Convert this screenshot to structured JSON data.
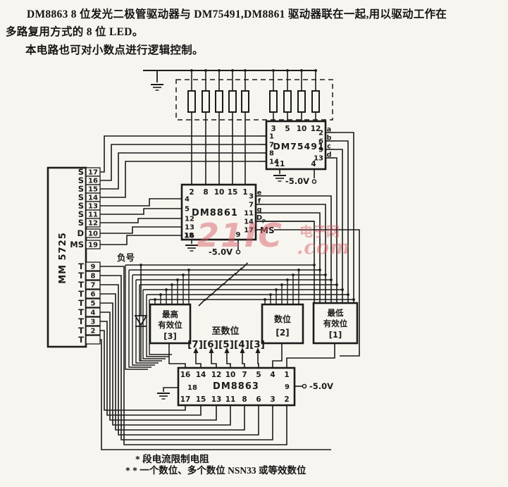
{
  "header": {
    "line1": "DM8863 8 位发光二极管驱动器与 DM75491,DM8861 驱动器联在一起,用以驱动工作在",
    "line2": "多路复用方式的 8 位 LED。",
    "line3": "本电路也可对小数点进行逻辑控制。"
  },
  "chips": {
    "mm5725": {
      "name": "MM 5725",
      "seg_pins": [
        [
          "S",
          "17"
        ],
        [
          "S",
          "16"
        ],
        [
          "S",
          "15"
        ],
        [
          "S",
          "14"
        ],
        [
          "S",
          "13"
        ],
        [
          "S",
          "11"
        ],
        [
          "S",
          "12"
        ],
        [
          "D",
          "10"
        ],
        [
          "MS",
          "19"
        ]
      ],
      "t_pins": [
        [
          "T",
          "9"
        ],
        [
          "T",
          "8"
        ],
        [
          "T",
          "7"
        ],
        [
          "T",
          "6"
        ],
        [
          "T",
          "5"
        ],
        [
          "T",
          "4"
        ],
        [
          "T",
          "3"
        ],
        [
          "T",
          "2"
        ],
        [
          "T",
          ""
        ]
      ]
    },
    "dm75491": {
      "name": "DM75491",
      "top_pins": [
        "3",
        "5",
        "10",
        "12"
      ],
      "left_pins": [
        "1",
        "7",
        "8",
        "14"
      ],
      "right_pins": [
        [
          "2",
          "a"
        ],
        [
          "6",
          "b"
        ],
        [
          "9",
          "c"
        ],
        [
          "13",
          "d"
        ]
      ],
      "bottom_pins": [
        "11",
        "4"
      ],
      "supply": "-5.0V"
    },
    "dm8861": {
      "name": "DM8861",
      "top_pins": [
        "2",
        "8",
        "10",
        "15",
        "1"
      ],
      "left_pins": [
        "4",
        "5",
        "12",
        "13",
        "16"
      ],
      "right_pins": [
        [
          "3",
          "e"
        ],
        [
          "7",
          "f"
        ],
        [
          "11",
          "g"
        ],
        [
          "14",
          "D"
        ],
        [
          "17",
          "MS"
        ]
      ],
      "dp_sub": "p",
      "bottom_left_pin": "18",
      "bottom_right_pin": "9",
      "supply": "-5.0V"
    },
    "dm8863": {
      "name": "DM8863",
      "top_pins": [
        "16",
        "14",
        "12",
        "10",
        "7",
        "5",
        "4",
        "1"
      ],
      "bottom_pins": [
        "17",
        "15",
        "13",
        "11",
        "8",
        "6",
        "3",
        "2"
      ],
      "left_pin": "18",
      "right_pin": "9",
      "supply": "-5.0V"
    }
  },
  "displays": {
    "msd": [
      "最高",
      "有效位",
      "[3]"
    ],
    "to_digits_label": "至数位",
    "digit_refs": [
      "[7]",
      "[6]",
      "[5]",
      "[4]",
      "[3]"
    ],
    "digit2": [
      "数位",
      "[2]"
    ],
    "lsd": [
      "最低",
      "有效位",
      "[1]"
    ]
  },
  "labels": {
    "minus_sign": "负号",
    "ms_big": "MS"
  },
  "watermark": {
    "big": "21IC",
    "cn": "电子网",
    "com": ".com"
  },
  "footnotes": {
    "f1": "* 段电流限制电阻",
    "f2": "* *  一个数位、多个数位 NSN33 或等效数位"
  }
}
